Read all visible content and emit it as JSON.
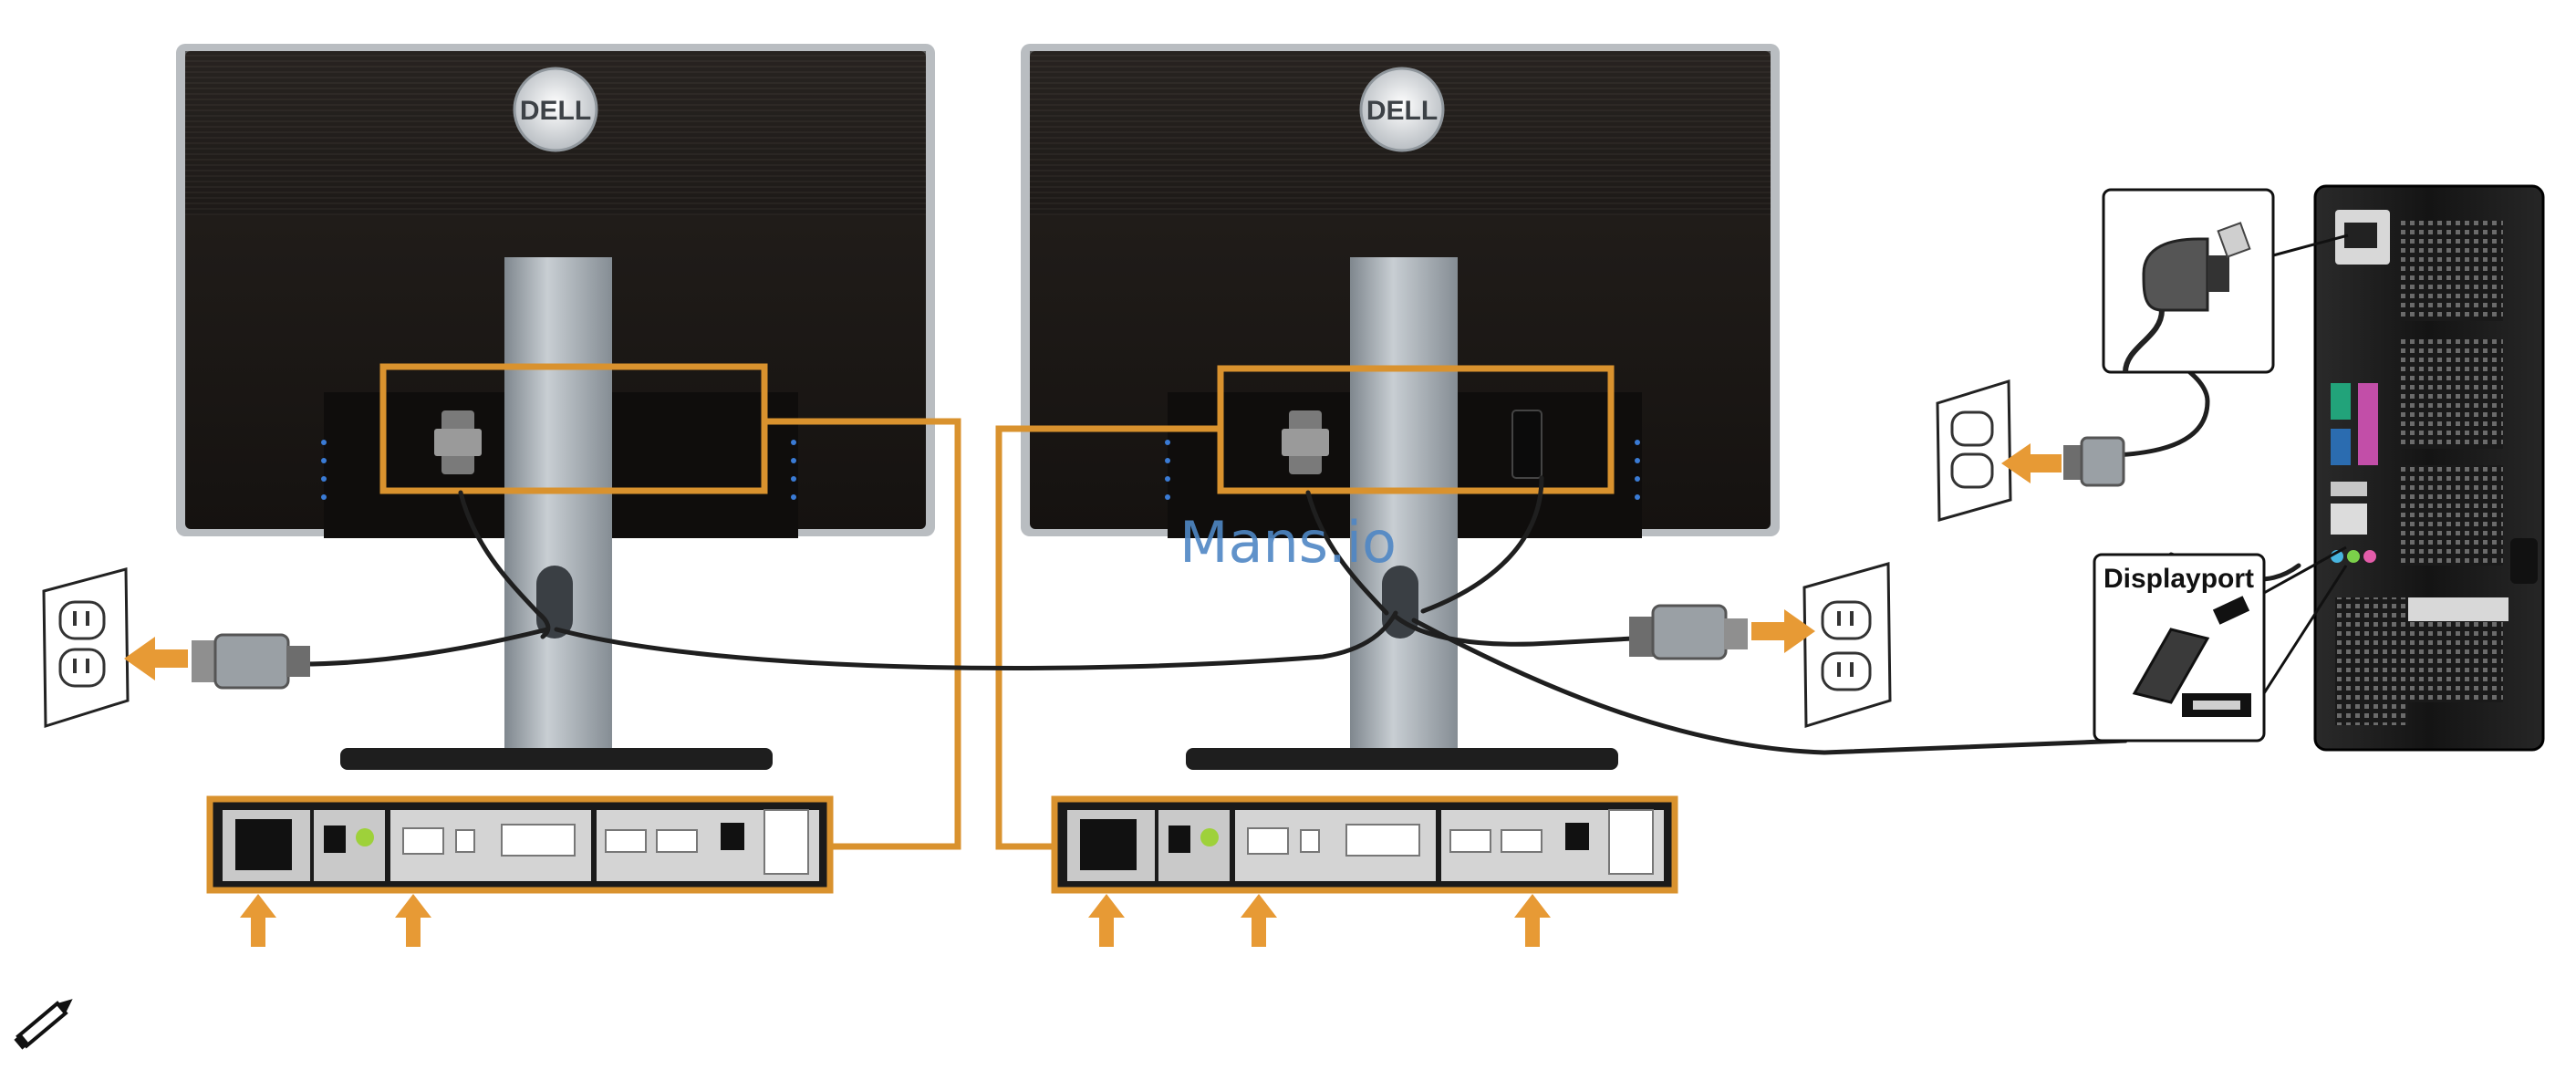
{
  "monitors": [
    {
      "id": "left",
      "logo": "DELL"
    },
    {
      "id": "right",
      "logo": "DELL"
    }
  ],
  "computer": {
    "port_label": "Displayport"
  },
  "watermark": "Mans.io",
  "icons": {
    "note": "pencil-note-icon",
    "wall_outlet": "wall-outlet-icon",
    "arrow": "orange-arrow-icon"
  },
  "colors": {
    "highlight": "#d9922e",
    "monitor_body": "#1e1a17",
    "stand": "#9aa3ab",
    "watermark": "#4f87c5",
    "cable": "#222222"
  }
}
